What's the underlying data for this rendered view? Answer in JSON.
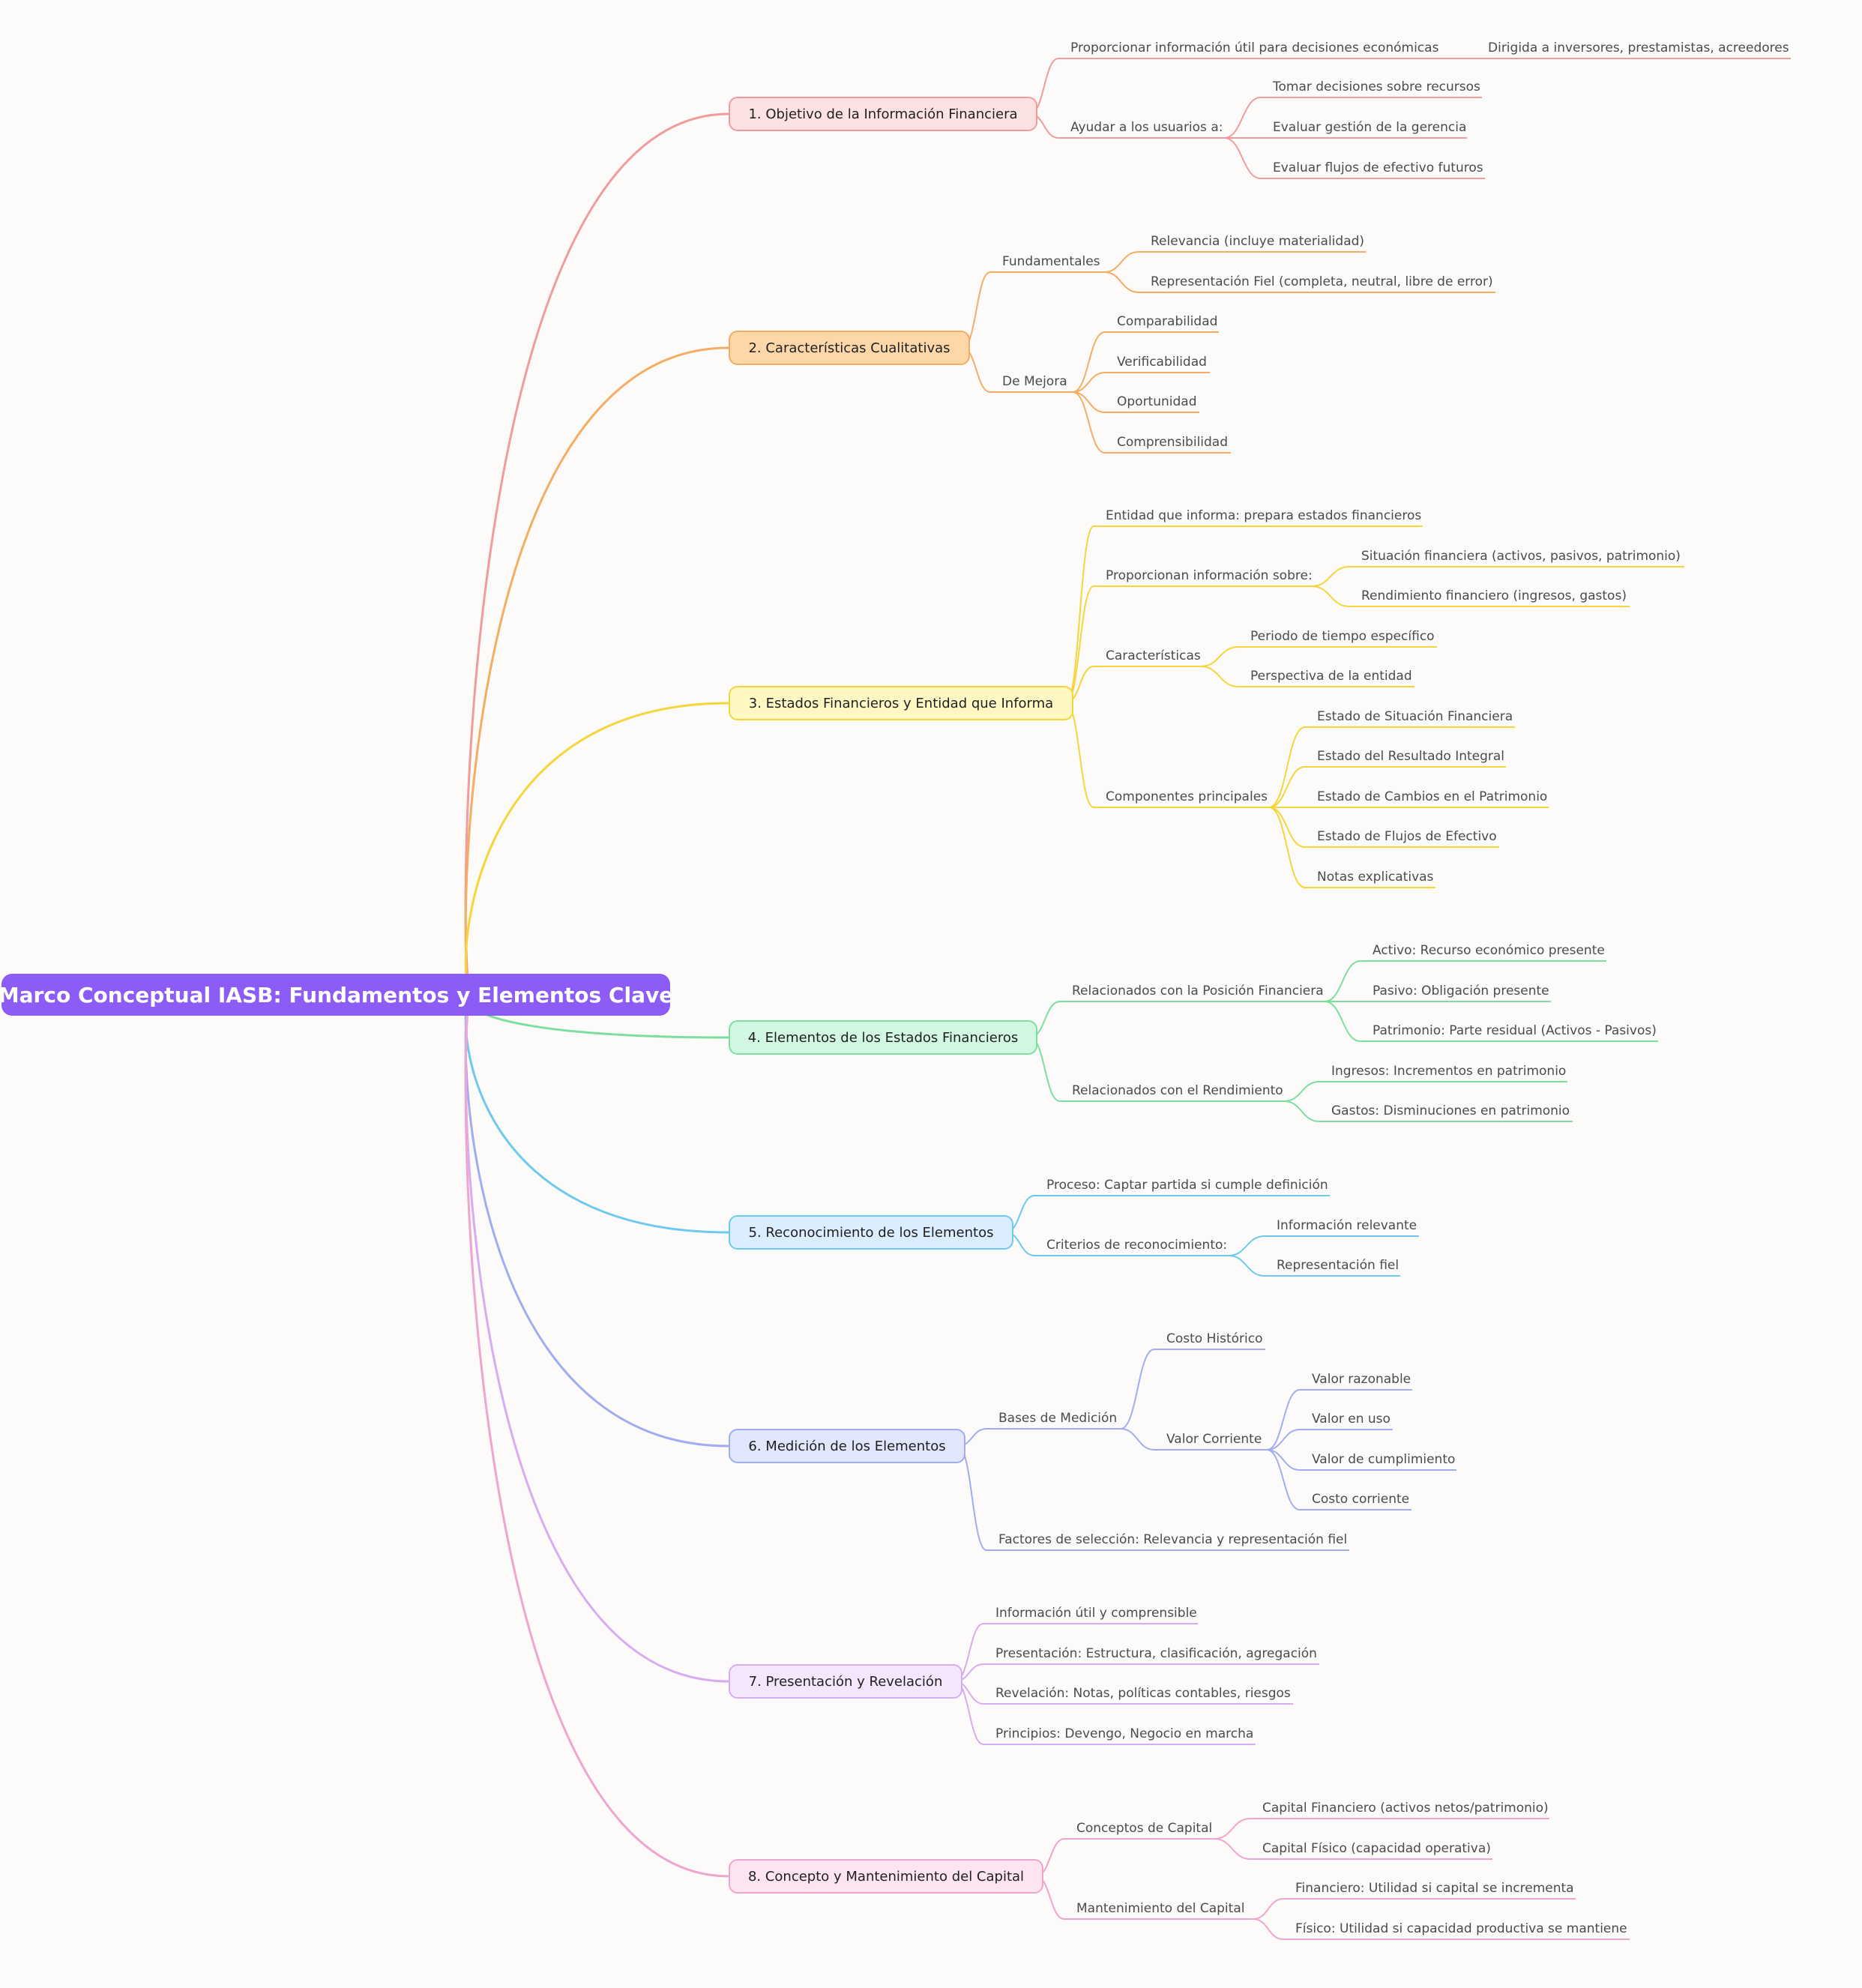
{
  "root": "Marco Conceptual IASB: Fundamentos y Elementos Clave",
  "branches": [
    {
      "label": "1. Objetivo de la Información Financiera",
      "color": "#f19c9c",
      "fill": "#fde2e2",
      "children": [
        {
          "label": "Proporcionar información útil para decisiones económicas",
          "children": [
            {
              "label": "Dirigida a inversores, prestamistas, acreedores"
            }
          ]
        },
        {
          "label": "Ayudar a los usuarios a:",
          "children": [
            {
              "label": "Tomar decisiones sobre recursos"
            },
            {
              "label": "Evaluar gestión de la gerencia"
            },
            {
              "label": "Evaluar flujos de efectivo futuros"
            }
          ]
        }
      ]
    },
    {
      "label": "2. Características Cualitativas",
      "color": "#f4ad63",
      "fill": "#fdd7a8",
      "children": [
        {
          "label": "Fundamentales",
          "children": [
            {
              "label": "Relevancia (incluye materialidad)"
            },
            {
              "label": "Representación Fiel (completa, neutral, libre de error)"
            }
          ]
        },
        {
          "label": "De Mejora",
          "children": [
            {
              "label": "Comparabilidad"
            },
            {
              "label": "Verificabilidad"
            },
            {
              "label": "Oportunidad"
            },
            {
              "label": "Comprensibilidad"
            }
          ]
        }
      ]
    },
    {
      "label": "3. Estados Financieros y Entidad que Informa",
      "color": "#f5d53c",
      "fill": "#fff8c2",
      "children": [
        {
          "label": "Entidad que informa: prepara estados financieros"
        },
        {
          "label": "Proporcionan información sobre:",
          "children": [
            {
              "label": "Situación financiera (activos, pasivos, patrimonio)"
            },
            {
              "label": "Rendimiento financiero (ingresos, gastos)"
            }
          ]
        },
        {
          "label": "Características",
          "children": [
            {
              "label": "Periodo de tiempo específico"
            },
            {
              "label": "Perspectiva de la entidad"
            }
          ]
        },
        {
          "label": "Componentes principales",
          "children": [
            {
              "label": "Estado de Situación Financiera"
            },
            {
              "label": "Estado del Resultado Integral"
            },
            {
              "label": "Estado de Cambios en el Patrimonio"
            },
            {
              "label": "Estado de Flujos de Efectivo"
            },
            {
              "label": "Notas explicativas"
            }
          ]
        }
      ]
    },
    {
      "label": "4. Elementos de los Estados Financieros",
      "color": "#7ddf9f",
      "fill": "#d3f8e1",
      "children": [
        {
          "label": "Relacionados con la Posición Financiera",
          "children": [
            {
              "label": "Activo: Recurso económico presente"
            },
            {
              "label": "Pasivo: Obligación presente"
            },
            {
              "label": "Patrimonio: Parte residual (Activos - Pasivos)"
            }
          ]
        },
        {
          "label": "Relacionados con el Rendimiento",
          "children": [
            {
              "label": "Ingresos: Incrementos en patrimonio"
            },
            {
              "label": "Gastos: Disminuciones en patrimonio"
            }
          ]
        }
      ]
    },
    {
      "label": "5. Reconocimiento de los Elementos",
      "color": "#6ec9ee",
      "fill": "#dbeeff",
      "children": [
        {
          "label": "Proceso: Captar partida si cumple definición"
        },
        {
          "label": "Criterios de reconocimiento:",
          "children": [
            {
              "label": "Información relevante"
            },
            {
              "label": "Representación fiel"
            }
          ]
        }
      ]
    },
    {
      "label": "6. Medición de los Elementos",
      "color": "#a1adf0",
      "fill": "#e1e6fd",
      "children": [
        {
          "label": "Bases de Medición",
          "children": [
            {
              "label": "Costo Histórico"
            },
            {
              "label": "Valor Corriente",
              "children": [
                {
                  "label": "Valor razonable"
                },
                {
                  "label": "Valor en uso"
                },
                {
                  "label": "Valor de cumplimiento"
                },
                {
                  "label": "Costo corriente"
                }
              ]
            }
          ]
        },
        {
          "label": "Factores de selección: Relevancia y representación fiel"
        }
      ]
    },
    {
      "label": "7. Presentación y Revelación",
      "color": "#d7acf2",
      "fill": "#f3e7fd",
      "children": [
        {
          "label": "Información útil y comprensible"
        },
        {
          "label": "Presentación: Estructura, clasificación, agregación"
        },
        {
          "label": "Revelación: Notas, políticas contables, riesgos"
        },
        {
          "label": "Principios: Devengo, Negocio en marcha"
        }
      ]
    },
    {
      "label": "8. Concepto y Mantenimiento del Capital",
      "color": "#f0a5cf",
      "fill": "#fde4f1",
      "children": [
        {
          "label": "Conceptos de Capital",
          "children": [
            {
              "label": "Capital Financiero (activos netos/patrimonio)"
            },
            {
              "label": "Capital Físico (capacidad operativa)"
            }
          ]
        },
        {
          "label": "Mantenimiento del Capital",
          "children": [
            {
              "label": "Financiero: Utilidad si capital se incrementa"
            },
            {
              "label": "Físico: Utilidad si capacidad productiva se mantiene"
            }
          ]
        }
      ]
    }
  ]
}
